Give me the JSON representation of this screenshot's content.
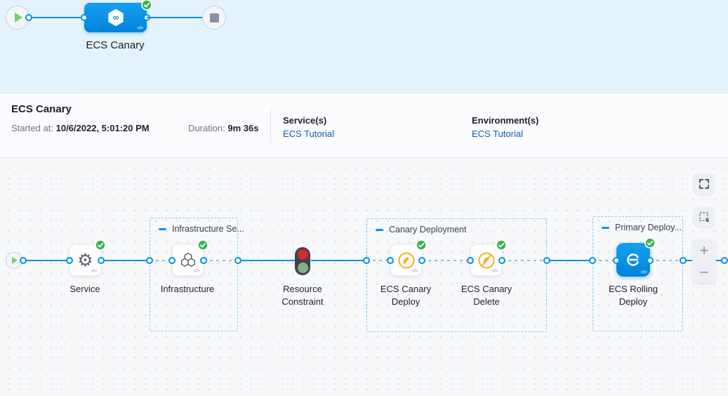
{
  "colors": {
    "accent_blue": "#0092e4",
    "success_green": "#3cb150",
    "canary_yellow": "#f6b11e",
    "link_blue": "#0f5cad",
    "top_strip_bg": "#e4f2fb",
    "canvas_bg": "#f6f8fa",
    "group_border": "#82ccf0",
    "traffic_red": "#cf2c27",
    "traffic_green": "#83b382"
  },
  "top_strip": {
    "pipeline_label": "ECS Canary",
    "node_icon_glyph": "∞",
    "code_marker": "</>"
  },
  "info_bar": {
    "title": "ECS Canary",
    "started_label": "Started at:",
    "started_value": "10/6/2022, 5:01:20 PM",
    "duration_label": "Duration:",
    "duration_value": "9m 36s",
    "services_label": "Service(s)",
    "services_link": "ECS Tutorial",
    "environments_label": "Environment(s)",
    "environments_link": "ECS Tutorial"
  },
  "graph": {
    "code_marker": "</>",
    "groups": [
      {
        "label": "Infrastructure Se..."
      },
      {
        "label": "Canary Deployment"
      },
      {
        "label": "Primary Deploy..."
      }
    ],
    "stages": [
      {
        "id": "service",
        "label1": "Service",
        "label2": ""
      },
      {
        "id": "infrastructure",
        "label1": "Infrastructure",
        "label2": ""
      },
      {
        "id": "resource-constraint",
        "label1": "Resource",
        "label2": "Constraint"
      },
      {
        "id": "ecs-canary-deploy",
        "label1": "ECS Canary",
        "label2": "Deploy"
      },
      {
        "id": "ecs-canary-delete",
        "label1": "ECS Canary",
        "label2": "Delete"
      },
      {
        "id": "ecs-rolling-deploy",
        "label1": "ECS Rolling",
        "label2": "Deploy"
      }
    ]
  },
  "controls": {
    "zoom_in_label": "+",
    "zoom_out_label": "−"
  }
}
